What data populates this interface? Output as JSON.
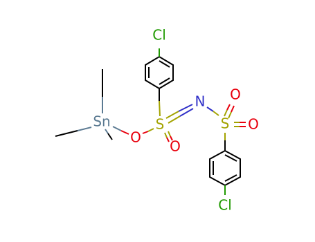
{
  "molecule": {
    "atoms": {
      "cl_top": "Cl",
      "cl_bottom": "Cl",
      "sn": "Sn",
      "o_ester": "O",
      "s_left": "S",
      "o_s_left": "O",
      "n": "N",
      "s_right": "S",
      "o_s_right_top": "O",
      "o_s_right_side": "O"
    },
    "colors": {
      "chlorine": "#1f9a00",
      "tin": "#5b7a92",
      "oxygen": "#e8000d",
      "sulfur": "#a3a300",
      "nitrogen": "#3030c8",
      "carbon": "#000000"
    }
  }
}
